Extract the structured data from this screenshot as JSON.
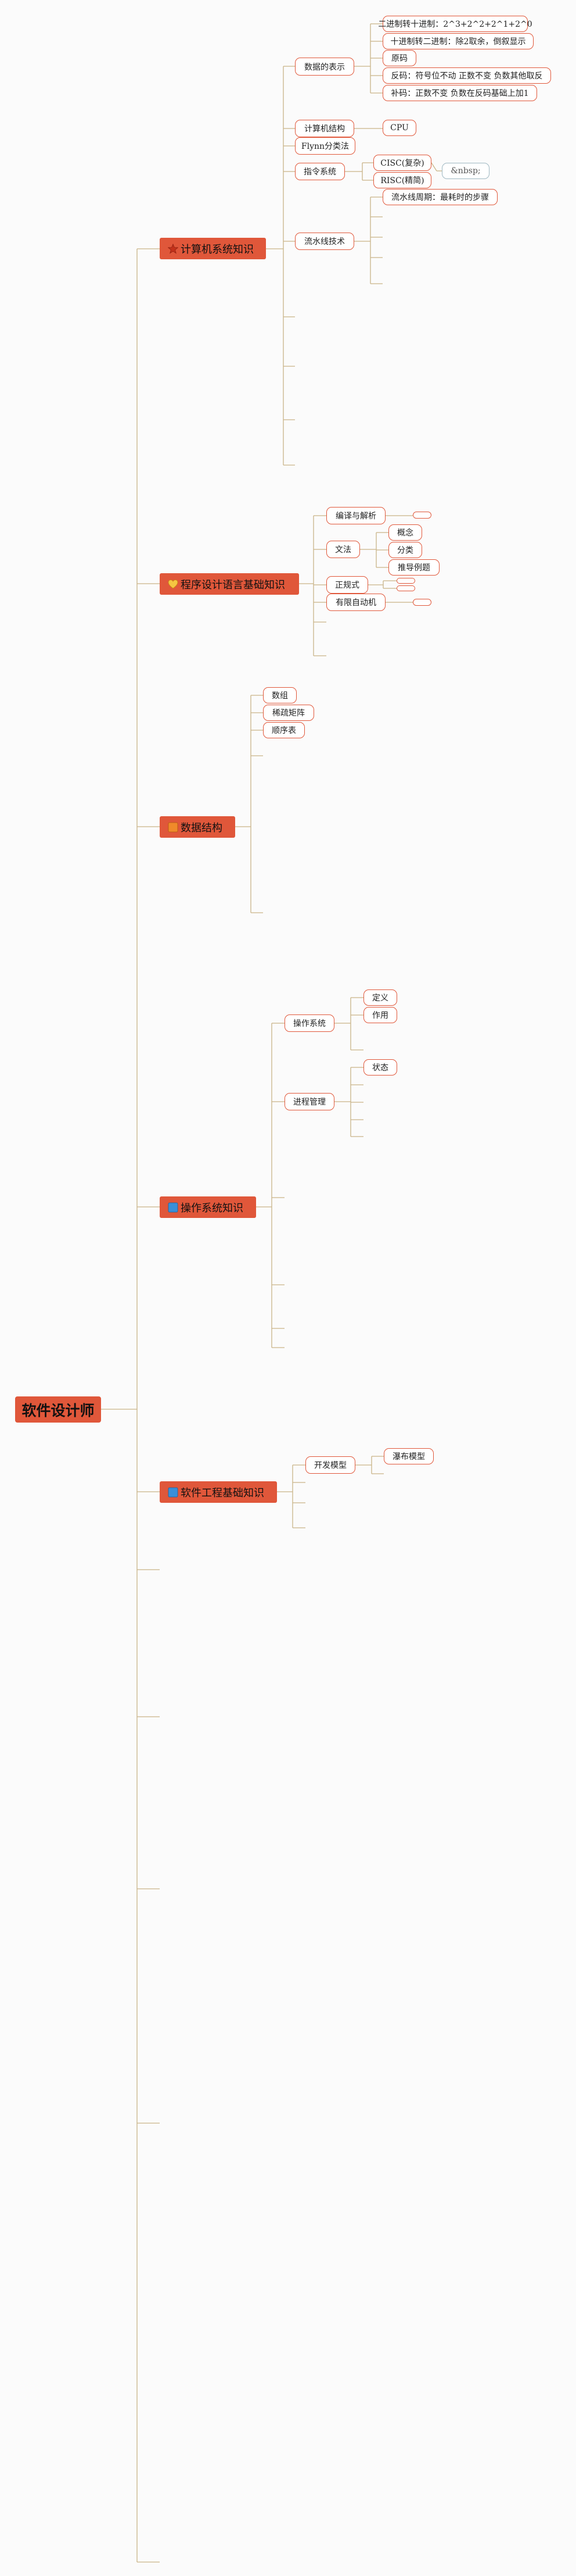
{
  "root": {
    "label": "软件设计师"
  },
  "branches": [
    {
      "label": "计算机系统知识",
      "icon": "star-icon",
      "children": [
        {
          "label": "数据的表示",
          "children": [
            {
              "label": "二进制转十进制：2^3+2^2+2^1+2^0"
            },
            {
              "label": "十进制转二进制：除2取余，倒叙显示"
            },
            {
              "label": "原码"
            },
            {
              "label": "反码：符号位不动 正数不变 负数其他取反"
            },
            {
              "label": "补码：正数不变 负数在反码基础上加1"
            }
          ]
        },
        {
          "label": "计算机结构",
          "children": [
            {
              "label": "CPU"
            }
          ]
        },
        {
          "label": "Flynn分类法"
        },
        {
          "label": "指令系统",
          "children": [
            {
              "label": "CISC(复杂)"
            },
            {
              "label": "RISC(精简)"
            },
            {
              "label": "&nbsp;"
            }
          ]
        },
        {
          "label": "流水线技术",
          "children": [
            {
              "label": "流水线周期：最耗时的步骤"
            }
          ]
        }
      ]
    },
    {
      "label": "程序设计语言基础知识",
      "icon": "heart-icon",
      "children": [
        {
          "label": "编译与解析"
        },
        {
          "label": "文法",
          "children": [
            {
              "label": "概念"
            },
            {
              "label": "分类"
            },
            {
              "label": "推导例题"
            }
          ]
        },
        {
          "label": "正规式"
        },
        {
          "label": "有限自动机"
        }
      ]
    },
    {
      "label": "数据结构",
      "icon": "grid-icon",
      "children": [
        {
          "label": "数组"
        },
        {
          "label": "稀疏矩阵"
        },
        {
          "label": "顺序表"
        }
      ]
    },
    {
      "label": "操作系统知识",
      "icon": "square-icon",
      "children": [
        {
          "label": "操作系统",
          "children": [
            {
              "label": "定义"
            },
            {
              "label": "作用"
            }
          ]
        },
        {
          "label": "进程管理",
          "children": [
            {
              "label": "状态"
            }
          ]
        }
      ]
    },
    {
      "label": "软件工程基础知识",
      "icon": "square-icon",
      "children": [
        {
          "label": "开发模型",
          "children": [
            {
              "label": "瀑布模型"
            }
          ]
        }
      ]
    }
  ],
  "colors": {
    "accent": "#e0573a",
    "line": "#c9b487",
    "root_text": "#111111",
    "gray_border": "#9fb8c2"
  }
}
